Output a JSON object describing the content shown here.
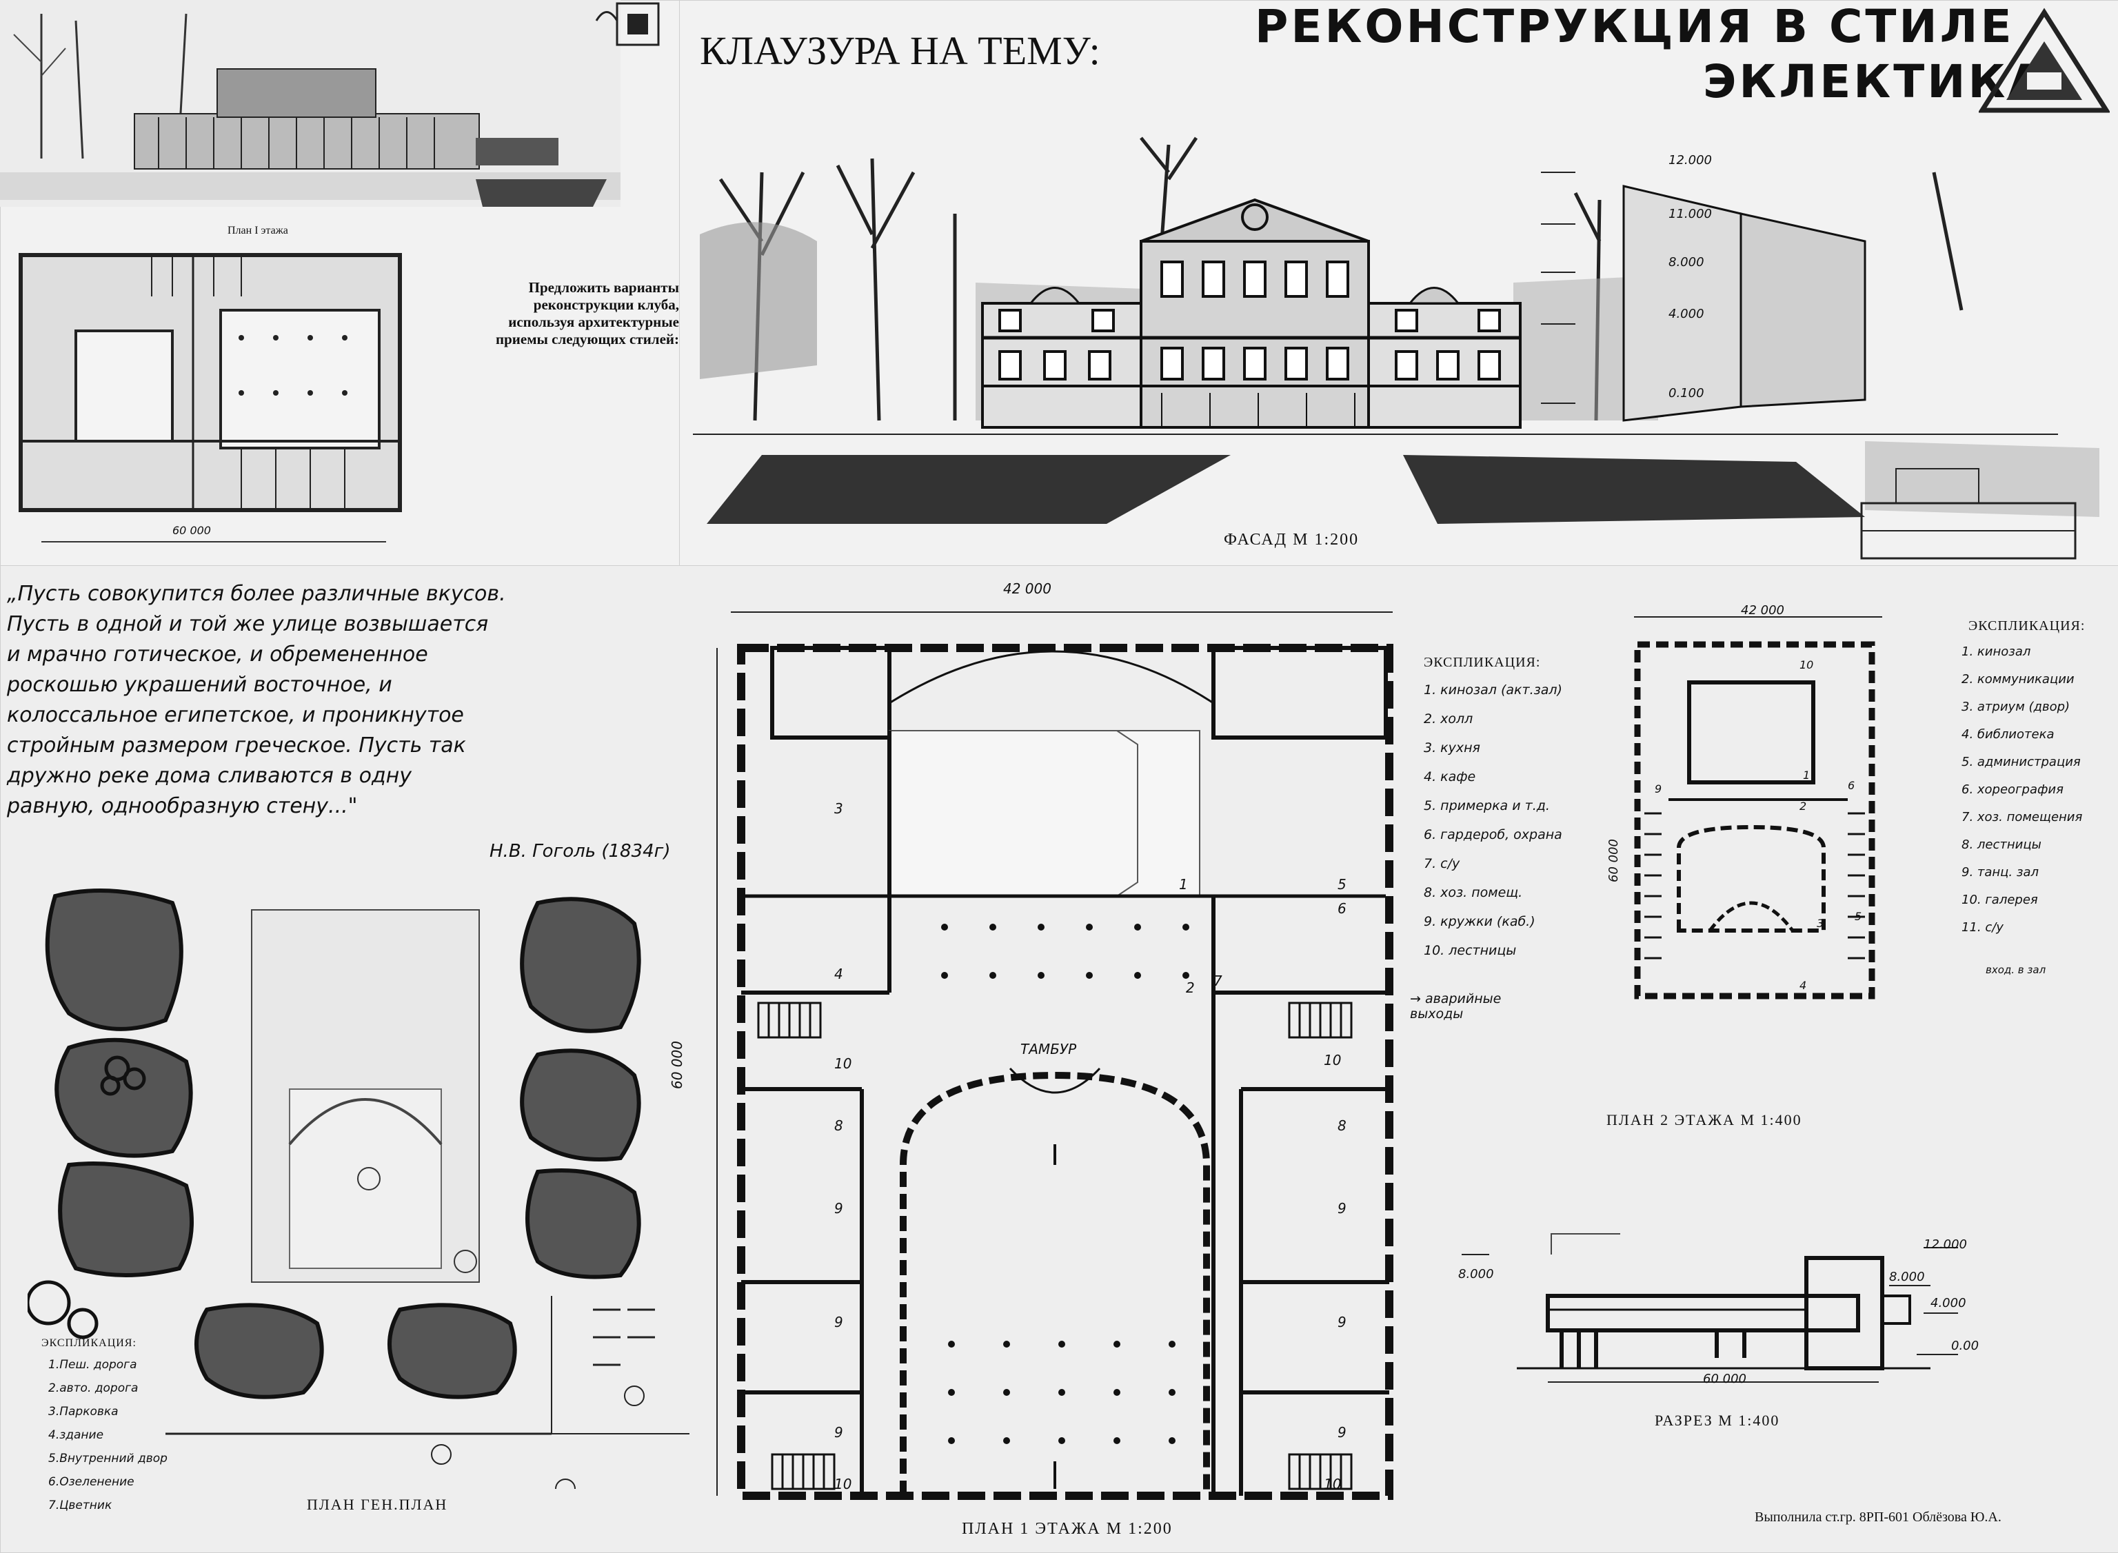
{
  "header": {
    "title_prefix": "КЛАУЗУРА НА ТЕМУ:",
    "title_line1": "РЕКОНСТРУКЦИЯ В СТИЛЕ",
    "title_line2": "ЭКЛЕКТИКА"
  },
  "task": {
    "text_lines": [
      "Предложить варианты",
      "реконструкции клуба,",
      "используя архитектурные",
      "приемы следующих стилей:"
    ]
  },
  "existing_plan": {
    "title": "План I этажа",
    "dimension": "60 000"
  },
  "facade": {
    "caption": "ФАСАД М 1:200",
    "levels": [
      "12.000",
      "11.000",
      "8.000",
      "4.000",
      "0.100"
    ]
  },
  "quote": {
    "lines": [
      "„Пусть совокупится более различные вкусов.",
      "Пусть в одной и той же улице возвышается",
      "и мрачно готическое, и обремененное",
      "роскошью украшений восточное, и",
      "колоссальное египетское, и проникнутое",
      "стройным размером греческое. Пусть так",
      "дружно реке дома сливаются в одну",
      "равную, однообразную стену...\""
    ],
    "author": "Н.В. Гоголь (1834г)"
  },
  "site_plan": {
    "caption": "ПЛАН ГЕН.ПЛАН",
    "explication_title": "ЭКСПЛИКАЦИЯ:",
    "explication": [
      "1.Пеш. дорога",
      "2.авто. дорога",
      "3.Парковка",
      "4.здание",
      "5.Внутренний двор",
      "6.Озеленение",
      "7.Цветник"
    ]
  },
  "plan1": {
    "caption": "ПЛАН 1 ЭТАЖА  М 1:200",
    "dim_width": "42 000",
    "dim_height": "60 000",
    "tambur": "ТАМБУР",
    "explication_title": "ЭКСПЛИКАЦИЯ:",
    "explication": [
      "1. кинозал (акт.зал)",
      "2. холл",
      "3. кухня",
      "4. кафе",
      "5. примерка и т.д.",
      "6. гардероб, охрана",
      "7. с/у",
      "8. хоз. помещ.",
      "9. кружки (каб.)",
      "10. лестницы"
    ],
    "exits_note": "→ аварийные выходы"
  },
  "plan2": {
    "caption": "ПЛАН 2 ЭТАЖА  М 1:400",
    "dim_width": "42 000",
    "dim_height": "60 000",
    "explication_title": "ЭКСПЛИКАЦИЯ:",
    "explication": [
      "1. кинозал",
      "2. коммуникации",
      "3. атриум (двор)",
      "4. библиотека",
      "5. администрация",
      "6. хореография",
      "7. хоз. помещения",
      "8. лестницы",
      "9. танц. зал",
      "10. галерея",
      "11. с/у"
    ],
    "extra": "вход. в зал"
  },
  "section": {
    "caption": "РАЗРЕЗ М 1:400",
    "levels": [
      "12.000",
      "8.000",
      "8.000",
      "4.000",
      "0.00"
    ],
    "dimension": "60 000"
  },
  "footer": {
    "author": "Выполнила ст.гр. 8РП-601 Облёзова Ю.А."
  }
}
